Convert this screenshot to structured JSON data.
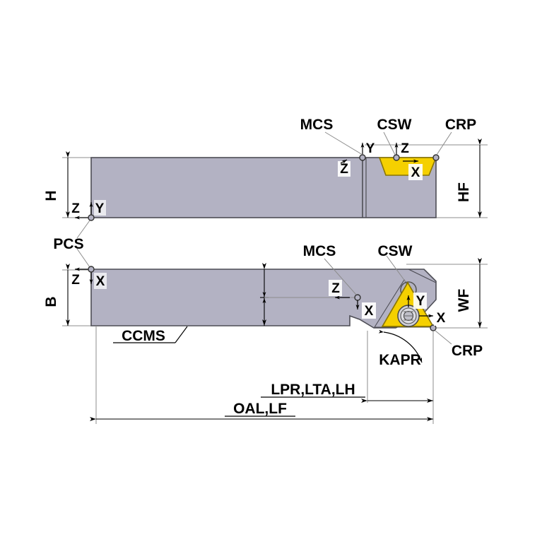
{
  "drawing": {
    "title": "Turning toolholder dimensional diagram",
    "colors": {
      "shank_fill": "#b3b2c3",
      "shank_stroke": "#4d4d55",
      "insert_fill": "#f5d000",
      "insert_stroke": "#8a7600",
      "line": "#8c8c8c",
      "dim_line": "#000000",
      "leader": "#8c8c8c",
      "screw_fill": "#cfcfd6",
      "text": "#000000",
      "background": "#ffffff"
    }
  },
  "callouts": {
    "mcs_top": "MCS",
    "csw_top": "CSW",
    "crp_top": "CRP",
    "pcs": "PCS",
    "mcs_bottom": "MCS",
    "csw_bottom": "CSW",
    "crp_bottom": "CRP",
    "ccms": "CCMS",
    "kapr": "KAPR"
  },
  "dimensions": {
    "h": "H",
    "hf": "HF",
    "b": "B",
    "wf": "WF",
    "lpr": "LPR,LTA,LH",
    "oal": "OAL,LF"
  },
  "axes": {
    "top_pcs_z": "Z",
    "top_pcs_y": "Y",
    "top_mcs_z": "Z",
    "top_mcs_y": "Y",
    "top_csw_z": "Z",
    "top_crp_x": "X",
    "bot_pcs_z": "Z",
    "bot_pcs_x": "X",
    "bot_mcs_z": "Z",
    "bot_mcs_x": "X",
    "bot_csw_y": "Y",
    "bot_crp_x": "X"
  }
}
